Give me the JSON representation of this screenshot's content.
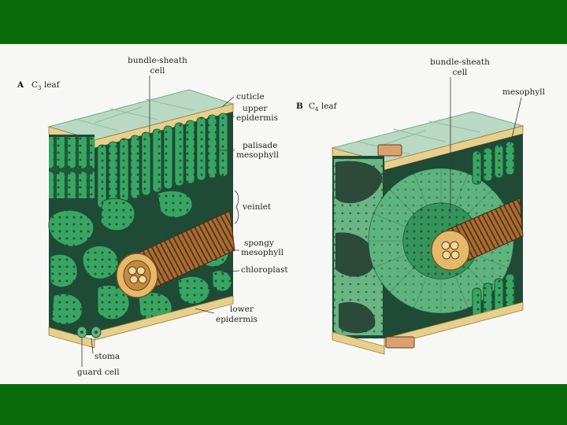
{
  "panel_a": {
    "letter": "A",
    "title": "C",
    "title_sub": "3",
    "title_tail": " leaf",
    "labels": {
      "bundle_sheath": [
        "bundle-sheath",
        "cell"
      ],
      "cuticle": "cuticle",
      "upper_epidermis": [
        "upper",
        "epidermis"
      ],
      "palisade": [
        "palisade",
        "mesophyll"
      ],
      "veinlet": "veinlet",
      "spongy": [
        "spongy",
        "mesophyll"
      ],
      "chloroplast": "chloroplast",
      "lower_epidermis": [
        "lower",
        "epidermis"
      ],
      "stoma": "stoma",
      "guard_cell": "guard cell"
    }
  },
  "panel_b": {
    "letter": "B",
    "title": "C",
    "title_sub": "4",
    "title_tail": " leaf",
    "labels": {
      "bundle_sheath": [
        "bundle-sheath",
        "cell"
      ],
      "mesophyll": "mesophyll"
    }
  },
  "colors": {
    "header_bar": "#0a6b0a",
    "epidermis": "#e7cf8c",
    "cell_green": "#2f9a5a",
    "cell_light": "#6cc28a",
    "dark_space": "#1e4a36",
    "vein_brown": "#8a5a2b"
  }
}
